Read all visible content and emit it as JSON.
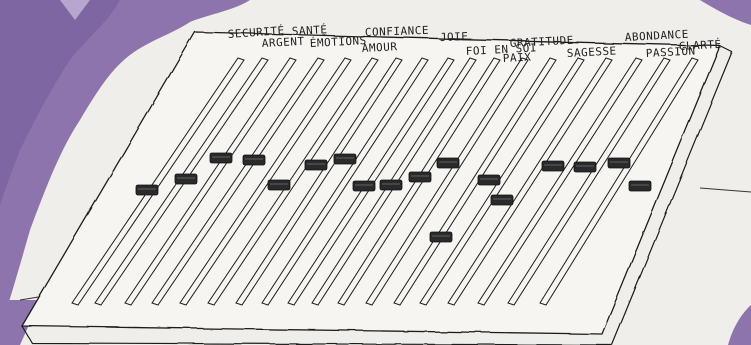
{
  "image": {
    "kind": "hand-drawn sketch of a mixing board with labelled faders",
    "colors": {
      "paper": "#efeeea",
      "ink": "#1e1e1e",
      "purple_background": "#8d74ad",
      "purple_dark": "#6f5a92",
      "fader_knob": "#2a2a2a"
    },
    "labels": [
      "SECURITÉ",
      "SANTÉ",
      "ARGENT",
      "ÉMOTIONS",
      "CONFIANCE",
      "AMOUR",
      "JOIE",
      "FOI EN SOI",
      "GRATITUDE",
      "PAIX",
      "SAGESSE",
      "ABONDANCE",
      "PASSION",
      "CLARTÉ"
    ]
  }
}
